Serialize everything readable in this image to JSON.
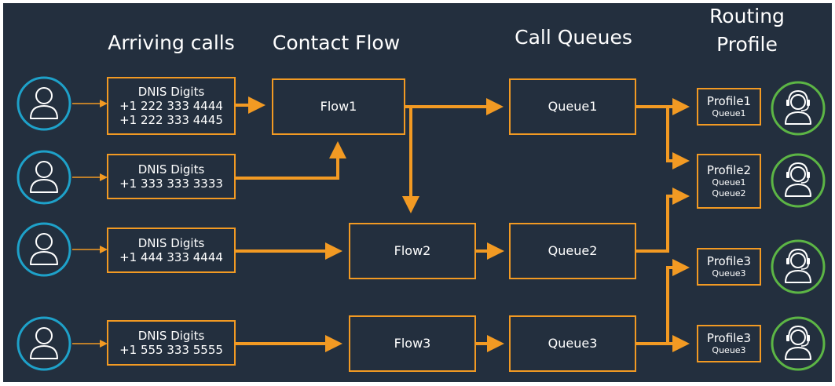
{
  "colors": {
    "background": "#232f3e",
    "accent": "#f29a23",
    "caller_ring": "#1ea1c9",
    "agent_ring": "#5cb545",
    "text": "#ffffff"
  },
  "headers": {
    "arriving_calls": "Arriving calls",
    "contact_flow": "Contact Flow",
    "call_queues": "Call Queues",
    "routing_profile_line1": "Routing",
    "routing_profile_line2": "Profile"
  },
  "callers": [
    {
      "icon": "person-icon"
    },
    {
      "icon": "person-icon"
    },
    {
      "icon": "person-icon"
    },
    {
      "icon": "person-icon"
    }
  ],
  "dnis": [
    {
      "title": "DNIS Digits",
      "numbers": [
        "+1 222 333 4444",
        "+1 222 333 4445"
      ]
    },
    {
      "title": "DNIS Digits",
      "numbers": [
        "+1 333 333 3333"
      ]
    },
    {
      "title": "DNIS Digits",
      "numbers": [
        "+1 444 333 4444"
      ]
    },
    {
      "title": "DNIS Digits",
      "numbers": [
        "+1 555 333 5555"
      ]
    }
  ],
  "flows": [
    "Flow1",
    "Flow2",
    "Flow3"
  ],
  "queues": [
    "Queue1",
    "Queue2",
    "Queue3"
  ],
  "profiles": [
    {
      "name": "Profile1",
      "queues": [
        "Queue1"
      ]
    },
    {
      "name": "Profile2",
      "queues": [
        "Queue1",
        "Queue2"
      ]
    },
    {
      "name": "Profile3",
      "queues": [
        "Queue3"
      ]
    },
    {
      "name": "Profile3",
      "queues": [
        "Queue3"
      ]
    }
  ],
  "agents": [
    {
      "icon": "headset-agent-icon"
    },
    {
      "icon": "headset-agent-icon"
    },
    {
      "icon": "headset-agent-icon"
    },
    {
      "icon": "headset-agent-icon"
    }
  ]
}
